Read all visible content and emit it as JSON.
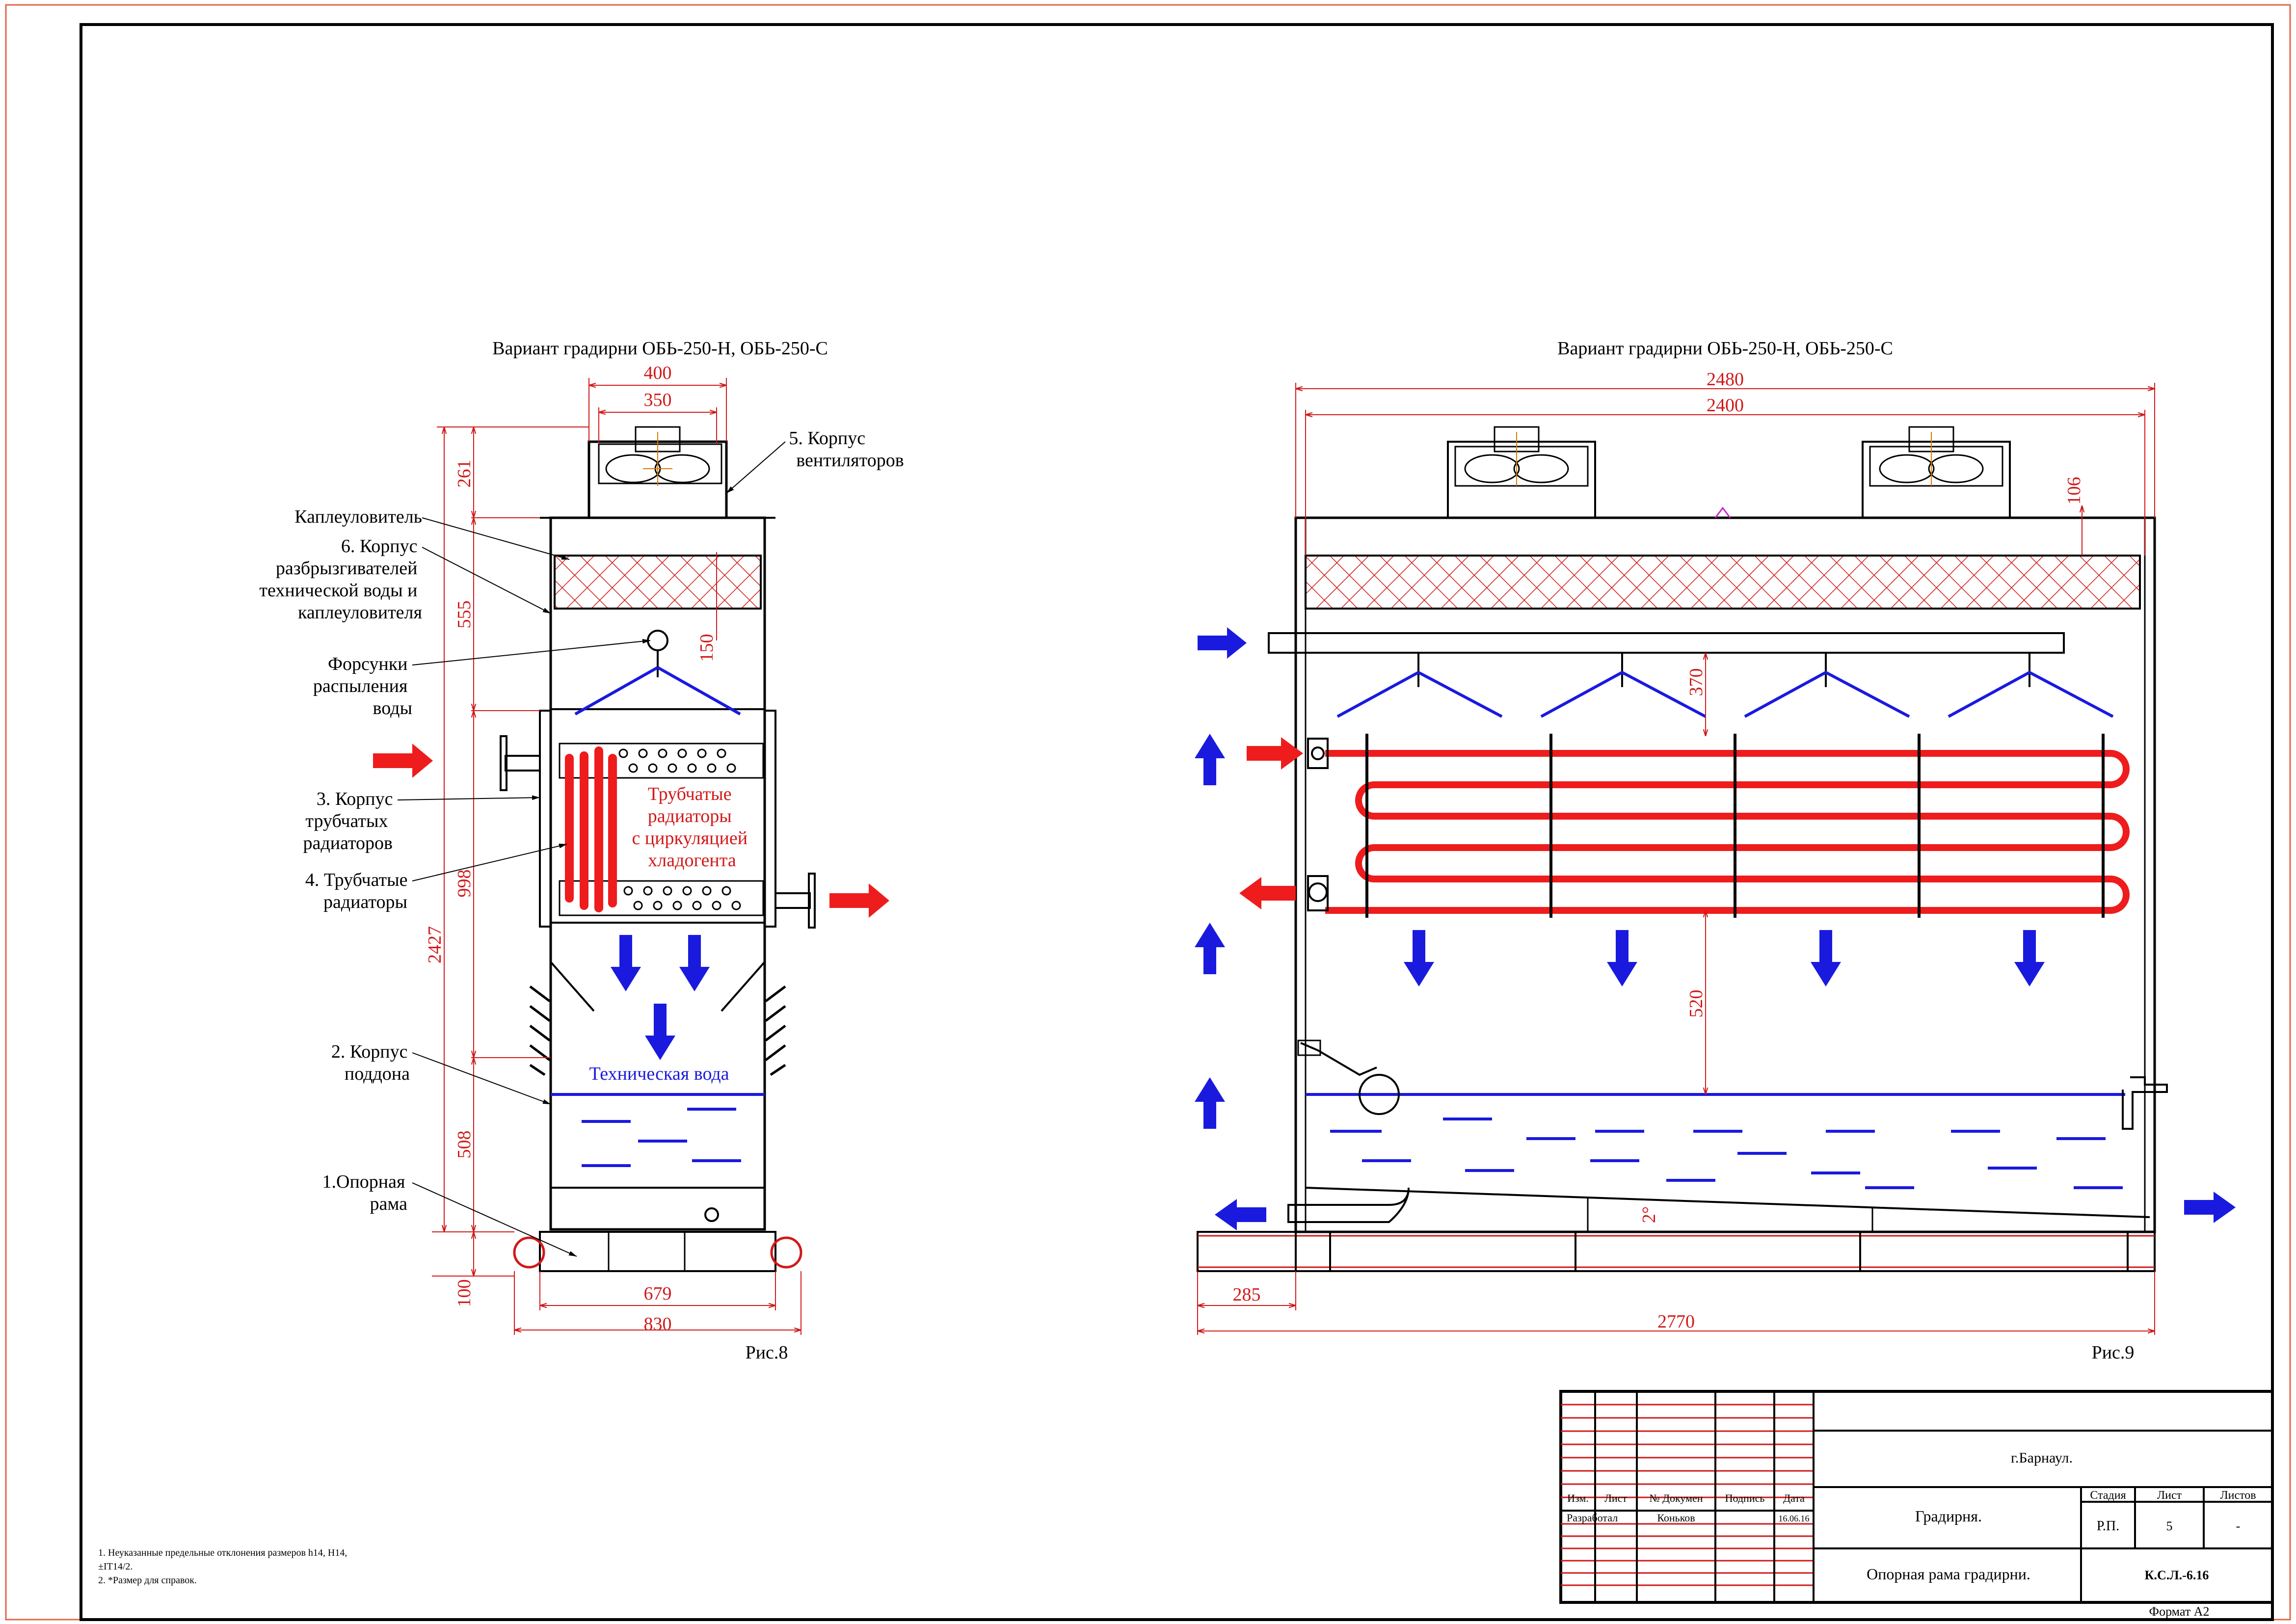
{
  "colors": {
    "frame": "#e0664a",
    "dimension": "#d11919",
    "water": "#1a1adf",
    "ink": "#000000",
    "hot_pipe": "#ee1c1c"
  },
  "fig8": {
    "title": "Вариант градирни ОБЬ-250-Н, ОБЬ-250-С",
    "caption": "Рис.8",
    "dims": {
      "d400": "400",
      "d350": "350",
      "d261": "261",
      "d555": "555",
      "d150": "150",
      "d2427": "2427",
      "d998": "998",
      "d508": "508",
      "d100": "100",
      "d679": "679",
      "d830": "830"
    },
    "labels": {
      "fan_housing": [
        "5. Корпус",
        "вентиляторов"
      ],
      "drift": "Каплеуловитель",
      "sprayer_housing": [
        "6. Корпус",
        "разбрызгивателей",
        "технической воды и",
        "каплеуловителя"
      ],
      "nozzles": [
        "Форсунки",
        "распыления",
        "воды"
      ],
      "radiator_housing": [
        "3. Корпус",
        "трубчатых",
        "радиаторов"
      ],
      "radiators": [
        "4. Трубчатые",
        "радиаторы"
      ],
      "pan_housing": [
        "2. Корпус",
        "поддона"
      ],
      "frame": [
        "1.Опорная",
        "рама"
      ],
      "coils_red": [
        "Трубчатые",
        "радиаторы",
        "с циркуляцией",
        "хладогента"
      ],
      "water": "Техническая вода"
    }
  },
  "fig9": {
    "title": "Вариант градирни ОБЬ-250-Н, ОБЬ-250-С",
    "caption": "Рис.9",
    "dims": {
      "d2480": "2480",
      "d2400": "2400",
      "d106": "106",
      "d370": "370",
      "d520": "520",
      "d285": "285",
      "d2770": "2770",
      "angle": "2°"
    }
  },
  "notes": [
    "1. Неуказанные предельные отклонения размеров  h14, H14,",
    "±IT14/2.",
    "2. *Размер для справок."
  ],
  "title_block": {
    "city": "г.Барнаул.",
    "headers": [
      "Изм.",
      "Лист",
      "№ Докумен",
      "Подпись",
      "Дата"
    ],
    "developer_role": "Разработал",
    "developer_name": "Коньков",
    "date": "16.06.16",
    "product": "Градирня.",
    "sheet_title": "Опорная рама градирни.",
    "stage_label": "Стадия",
    "sheet_label": "Лист",
    "sheets_label": "Листов",
    "stage": "Р.П.",
    "sheet": "5",
    "sheets": "-",
    "code": "К.С.Л.-6.16",
    "format": "Формат А2"
  }
}
